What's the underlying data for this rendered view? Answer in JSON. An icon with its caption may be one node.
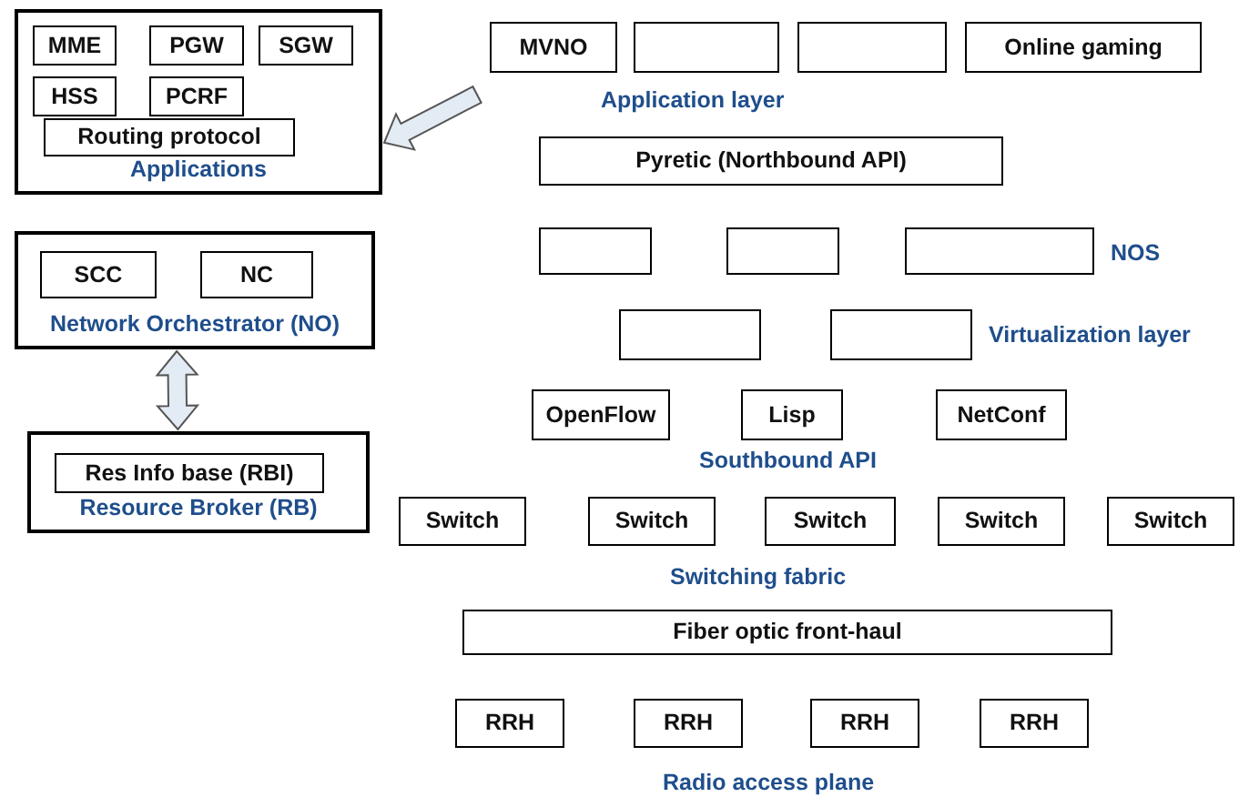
{
  "diagram": {
    "nodes": [
      {
        "text": [
          "Applications"
        ]
      },
      {
        "text": [
          "MME"
        ],
        "in": 0
      },
      {
        "text": [
          "PGW"
        ],
        "in": 0
      },
      {
        "text": [
          "SGW"
        ],
        "in": 0
      },
      {
        "text": [
          "HSS"
        ],
        "in": 0
      },
      {
        "text": [
          "PCRF"
        ],
        "in": 0
      },
      {
        "text": [
          "Routing protocol"
        ],
        "in": 0
      },
      {
        "text": [
          "Network Orchestrator (NO)"
        ]
      },
      {
        "text": [
          "SCC"
        ],
        "in": 7
      },
      {
        "text": [
          "NC"
        ],
        "in": 7
      },
      {
        "text": [
          "Resource Broker (RB)"
        ]
      },
      {
        "text": [
          "Res Info base (RBI)"
        ],
        "in": 10
      },
      {
        "text": [
          "MVNO"
        ]
      },
      {
        "text": [],
        "shape": "box"
      },
      {
        "text": [],
        "shape": "box"
      },
      {
        "text": [
          "Online gaming"
        ]
      },
      {
        "text": [
          "Pyretic (Northbound API)"
        ]
      },
      {
        "text": [],
        "shape": "box"
      },
      {
        "text": [],
        "shape": "box"
      },
      {
        "text": [],
        "shape": "box"
      },
      {
        "text": [],
        "shape": "box"
      },
      {
        "text": [],
        "shape": "box"
      },
      {
        "text": [
          "OpenFlow"
        ]
      },
      {
        "text": [
          "Lisp"
        ]
      },
      {
        "text": [
          "NetConf"
        ]
      },
      {
        "text": [
          "Switch"
        ]
      },
      {
        "text": [
          "Switch"
        ]
      },
      {
        "text": [
          "Switch"
        ]
      },
      {
        "text": [
          "Switch"
        ]
      },
      {
        "text": [
          "Switch"
        ]
      },
      {
        "text": [
          "Fiber optic front-haul"
        ]
      },
      {
        "text": [
          "RRH"
        ]
      },
      {
        "text": [
          "RRH"
        ]
      },
      {
        "text": [
          "RRH"
        ]
      },
      {
        "text": [
          "RRH"
        ]
      }
    ],
    "edges": [
      {
        "from": null,
        "to": 0,
        "arrow": "to"
      },
      {
        "from": 7,
        "to": 10,
        "arrow": "both"
      }
    ],
    "labels": [
      "Application layer",
      "NOS",
      "Virtualization layer",
      "Southbound API",
      "Switching fabric",
      "Radio access plane"
    ]
  }
}
